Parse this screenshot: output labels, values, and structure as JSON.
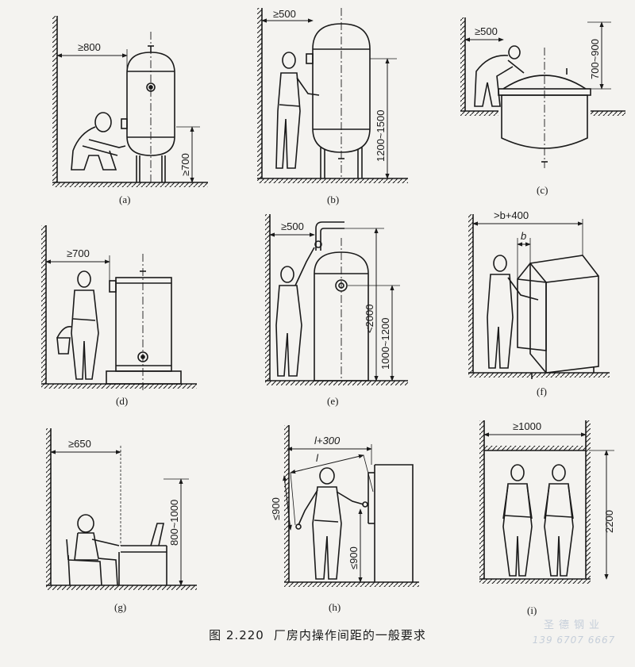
{
  "panels": [
    {
      "label": "(a)",
      "dims": [
        "≥800",
        "≥700"
      ]
    },
    {
      "label": "(b)",
      "dims": [
        "≥500",
        "1200~1500"
      ]
    },
    {
      "label": "(c)",
      "dims": [
        "≥500",
        "700~900"
      ]
    },
    {
      "label": "(d)",
      "dims": [
        "≥700"
      ]
    },
    {
      "label": "(e)",
      "dims": [
        "≥500",
        "<2000",
        "1000~1200"
      ]
    },
    {
      "label": "(f)",
      "dims": [
        ">b+400",
        "b"
      ]
    },
    {
      "label": "(g)",
      "dims": [
        "≥650",
        "800~1000"
      ]
    },
    {
      "label": "(h)",
      "dims": [
        "l+300",
        "l",
        "≤900",
        "≤900"
      ]
    },
    {
      "label": "(i)",
      "dims": [
        "≥1000",
        "2200"
      ]
    }
  ],
  "caption": {
    "number": "图 2.220",
    "text": "厂房内操作间距的一般要求"
  },
  "watermark": {
    "line1": "圣德钢业",
    "line2": "139 6707 6667"
  }
}
